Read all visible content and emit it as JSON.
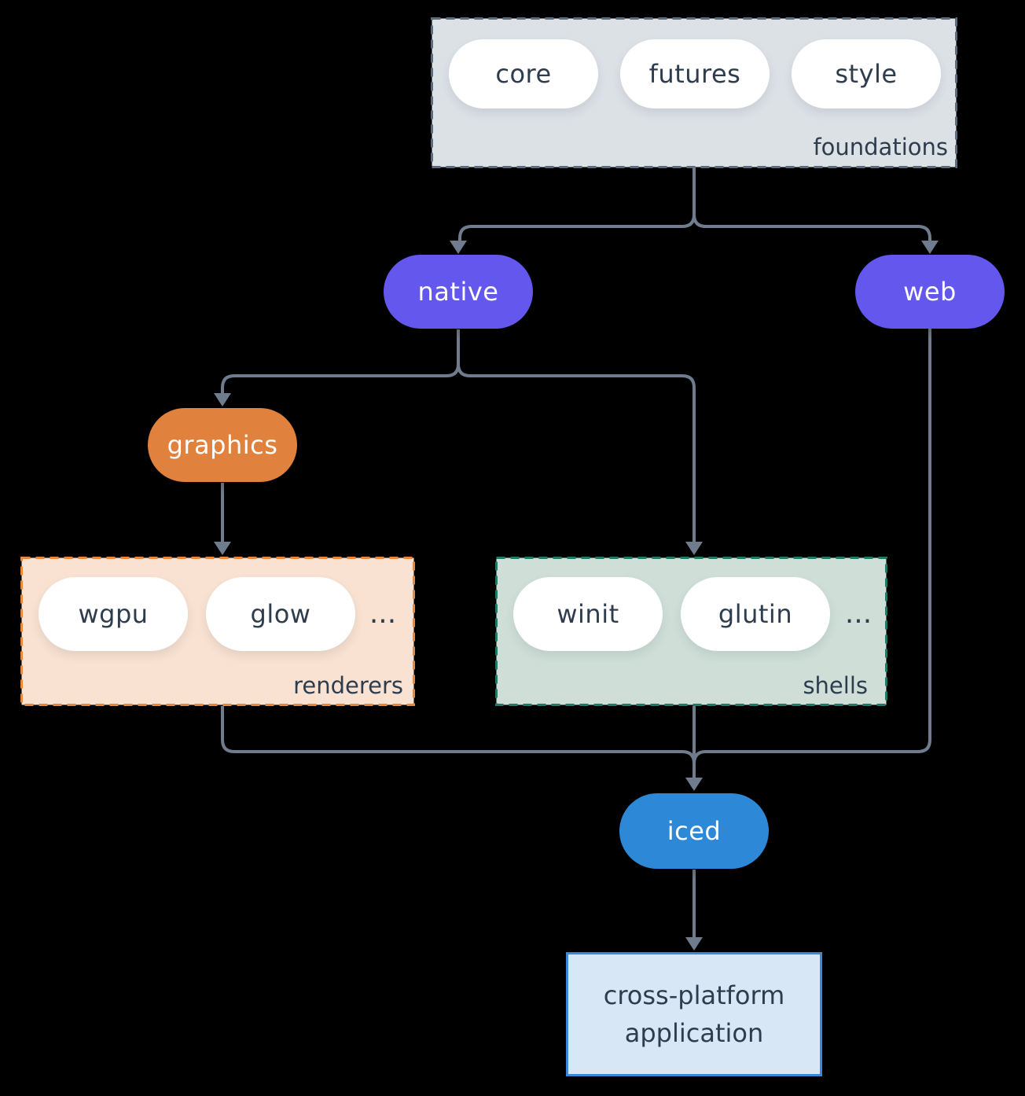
{
  "colors": {
    "background": "#000000",
    "text_dark": "#2e3d4e",
    "text_light": "#ffffff",
    "connector": "#6e7c8e",
    "purple": "#6457ee",
    "orange": "#e0813d",
    "blue": "#2e88d8",
    "foundations_fill": "#dce1e6",
    "foundations_border": "#5c6c7c",
    "renderers_fill": "#f9e2d2",
    "renderers_border": "#e8883e",
    "shells_fill": "#cfdfd8",
    "shells_border": "#1f7a69",
    "app_fill": "#d7e7f6",
    "app_border": "#3a88d8",
    "pill_white": "#ffffff"
  },
  "groups": {
    "foundations": {
      "label": "foundations",
      "pills": [
        "core",
        "futures",
        "style"
      ]
    },
    "renderers": {
      "label": "renderers",
      "pills": [
        "wgpu",
        "glow"
      ],
      "more": "..."
    },
    "shells": {
      "label": "shells",
      "pills": [
        "winit",
        "glutin"
      ],
      "more": "..."
    }
  },
  "nodes": {
    "native": "native",
    "web": "web",
    "graphics": "graphics",
    "iced": "iced",
    "application": {
      "line1": "cross-platform",
      "line2": "application"
    }
  }
}
